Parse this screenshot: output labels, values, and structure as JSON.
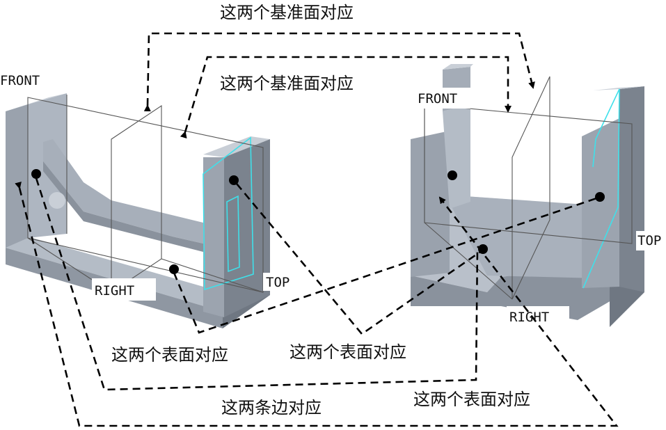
{
  "labels": {
    "top_datum": "这两个基准面对应",
    "mid_datum": "这两个基准面对应",
    "surface_left": "这两个表面对应",
    "surface_mid": "这两个表面对应",
    "edges": "这两条边对应",
    "surface_right": "这两个表面对应"
  },
  "left_part": {
    "front_label": "FRONT",
    "right_label": "RIGHT",
    "top_label": "TOP"
  },
  "right_part": {
    "front_label": "FRONT",
    "right_label": "RIGHT",
    "top_label": "TOP"
  },
  "colors": {
    "solid_light": "#aeb6c1",
    "solid_mid": "#8f97a2",
    "solid_dark": "#6f7782",
    "highlight_edge": "#3fe0ea",
    "annotation": "#000000"
  }
}
